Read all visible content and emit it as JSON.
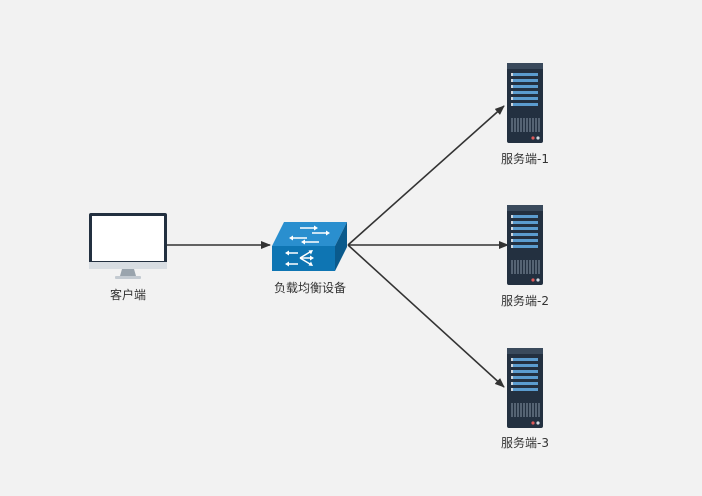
{
  "nodes": {
    "client": {
      "label": "客户端"
    },
    "load_balancer": {
      "label": "负载均衡设备"
    },
    "server_1": {
      "label": "服务端-1"
    },
    "server_2": {
      "label": "服务端-2"
    },
    "server_3": {
      "label": "服务端-3"
    }
  },
  "edges": [
    {
      "from": "client",
      "to": "load_balancer"
    },
    {
      "from": "load_balancer",
      "to": "server_1"
    },
    {
      "from": "load_balancer",
      "to": "server_2"
    },
    {
      "from": "load_balancer",
      "to": "server_3"
    }
  ],
  "colors": {
    "background": "#f2f2f2",
    "edge": "#333333",
    "switch_front": "#0e75b3",
    "switch_top": "#2a8fcf",
    "switch_side": "#0a5a8c",
    "server_body": "#233040",
    "server_slot": "#5b9ccf",
    "monitor_frame": "#233040",
    "monitor_screen": "#ffffff"
  }
}
